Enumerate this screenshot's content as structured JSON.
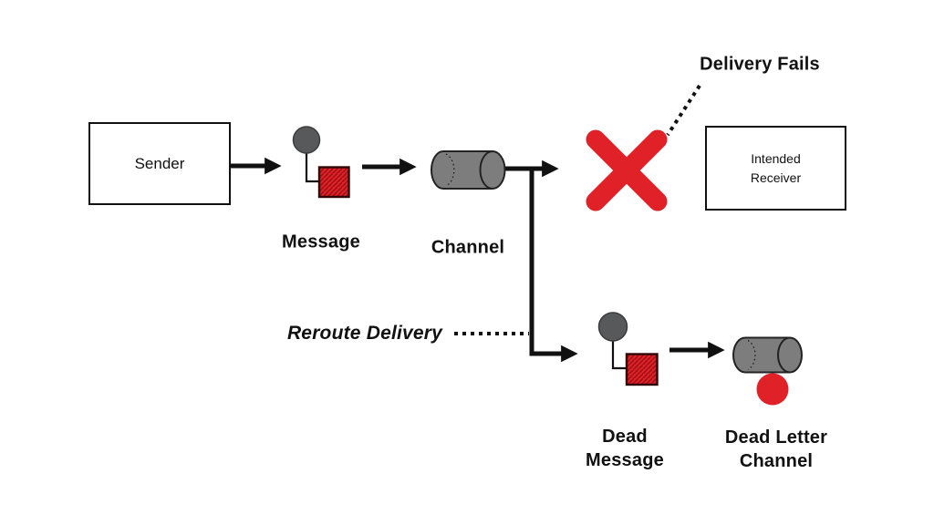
{
  "nodes": {
    "sender": {
      "label": "Sender"
    },
    "message": {
      "label": "Message"
    },
    "channel": {
      "label": "Channel"
    },
    "delivery_fails": {
      "label": "Delivery Fails"
    },
    "intended_receiver": {
      "line1": "Intended",
      "line2": "Receiver"
    },
    "reroute_delivery": {
      "label": "Reroute Delivery"
    },
    "dead_message": {
      "line1": "Dead",
      "line2": "Message"
    },
    "dead_letter_channel": {
      "line1": "Dead Letter",
      "line2": "Channel"
    }
  },
  "icons": {
    "message_icon": "gray-circle-linked-to-red-hatched-square",
    "channel_icon": "gray-horizontal-cylinder-pipe",
    "error_x_icon": "red-x-cross",
    "dead_message_icon": "gray-circle-linked-to-red-hatched-square",
    "dead_letter_channel_icon": "gray-horizontal-cylinder-pipe-with-red-dot",
    "arrow_icon": "solid-black-right-arrow",
    "dotted_connector_icon": "black-square-dotted-line"
  },
  "colors": {
    "background": "#ffffff",
    "line": "#111111",
    "text": "#111111",
    "box_border": "#111111",
    "red": "#e02128",
    "hatch_red": "#9c1016",
    "square_border": "#300606",
    "gray_fill": "#7d7d7d",
    "gray_circle": "#58595b"
  }
}
